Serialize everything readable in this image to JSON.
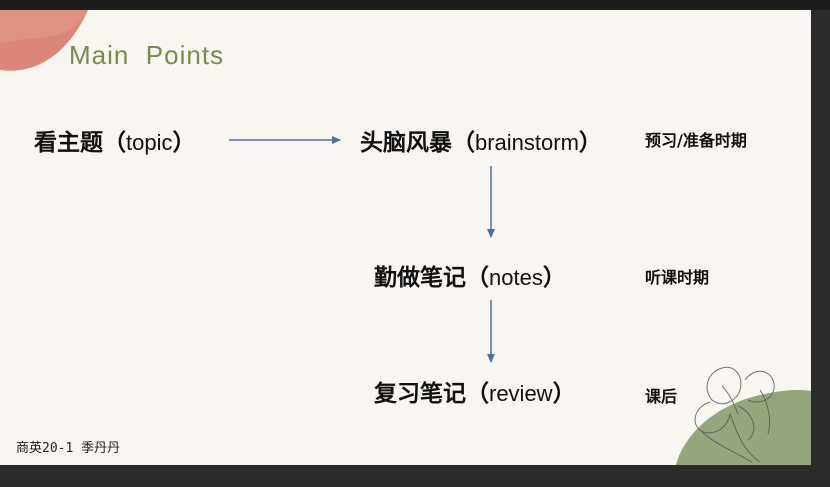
{
  "slide": {
    "title": "Main  Points",
    "nodes": {
      "topic": {
        "zh": "看主题",
        "en": "topic"
      },
      "brainstorm": {
        "zh": "头脑风暴",
        "en": "brainstorm"
      },
      "notes": {
        "zh": "勤做笔记",
        "en": "notes"
      },
      "review": {
        "zh": "复习笔记",
        "en": "review"
      }
    },
    "phases": {
      "prep": "预习/准备时期",
      "class": "听课时期",
      "after": "课后"
    },
    "footer": "商英20-1 季丹丹",
    "colors": {
      "title": "#7a8a4d",
      "arrow": "#4a6fa0",
      "corner_blob": "#d77a6a",
      "leaf_blob": "#8a9d70",
      "background": "#f9f5f0"
    }
  }
}
